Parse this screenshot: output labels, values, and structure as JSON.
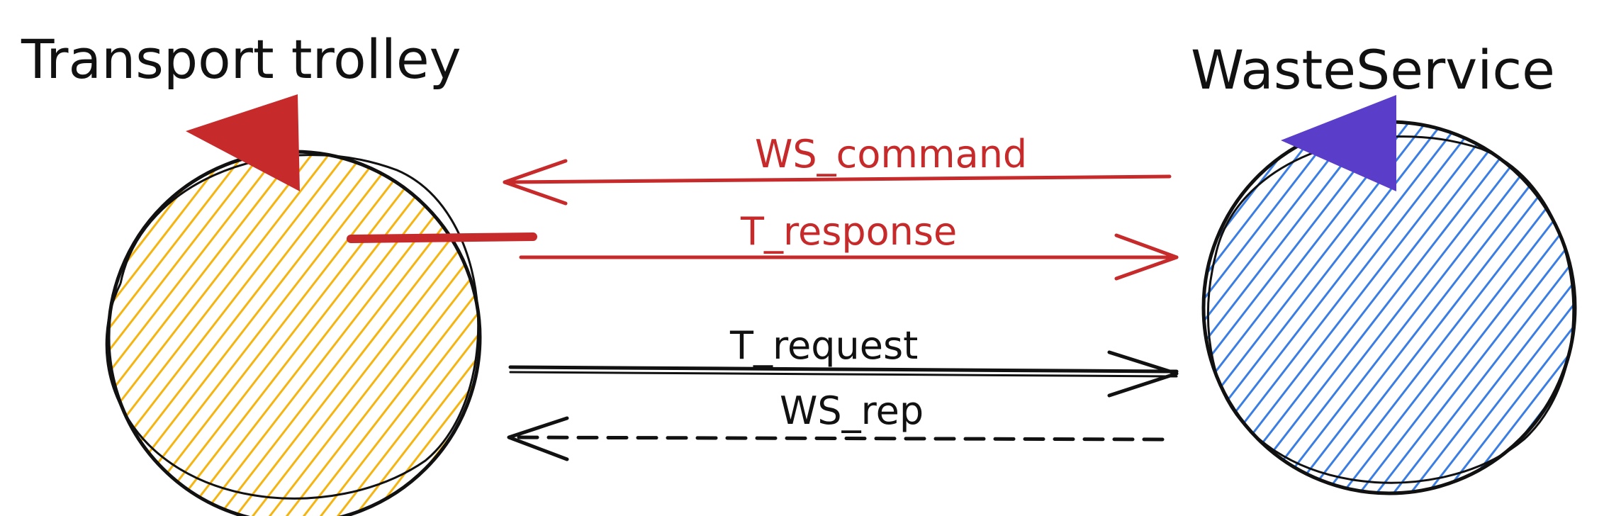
{
  "nodes": [
    {
      "id": "trolley",
      "label": "Transport trolley",
      "fill_color": "#f5b40f",
      "marker_color": "#c62a2a"
    },
    {
      "id": "wasteservice",
      "label": "WasteService",
      "fill_color": "#3b7ee3",
      "marker_color": "#5a3dc8"
    }
  ],
  "edges": [
    {
      "label": "WS_command",
      "from": "wasteservice",
      "to": "trolley",
      "color": "#c62a2a",
      "style": "solid"
    },
    {
      "label": "T_response",
      "from": "trolley",
      "to": "wasteservice",
      "color": "#c62a2a",
      "style": "solid"
    },
    {
      "label": "T_request",
      "from": "trolley",
      "to": "wasteservice",
      "color": "#111111",
      "style": "solid"
    },
    {
      "label": "WS_rep",
      "from": "wasteservice",
      "to": "trolley",
      "color": "#111111",
      "style": "dashed"
    }
  ]
}
